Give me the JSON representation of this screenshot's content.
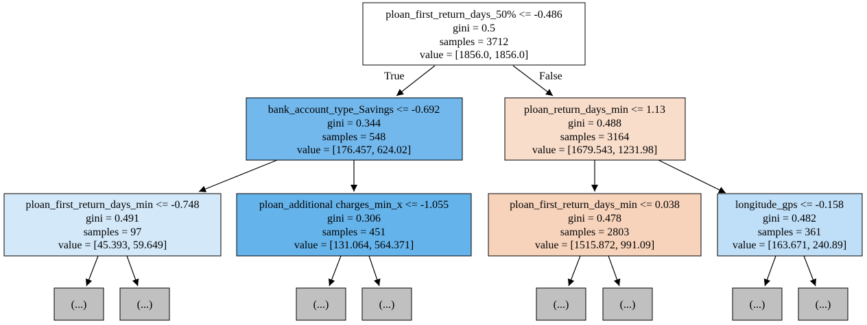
{
  "colors": {
    "root": "#ffffff",
    "true_node": "#72b8ed",
    "false_node": "#f8ddcb",
    "l1": "#d3e8f9",
    "l2": "#65b3eb",
    "l3": "#f7d3bb",
    "l4": "#bfdef7",
    "ellipsis": "#c0c0c0",
    "stroke": "#000000"
  },
  "edge_labels": {
    "true": "True",
    "false": "False"
  },
  "ellipsis_label": "(...)",
  "nodes": {
    "root": [
      "ploan_first_return_days_50% <= -0.486",
      "gini = 0.5",
      "samples = 3712",
      "value = [1856.0, 1856.0]"
    ],
    "true_node": [
      "bank_account_type_Savings <= -0.692",
      "gini = 0.344",
      "samples = 548",
      "value = [176.457, 624.02]"
    ],
    "false_node": [
      "ploan_return_days_min <= 1.13",
      "gini = 0.488",
      "samples = 3164",
      "value = [1679.543, 1231.98]"
    ],
    "l1": [
      "ploan_first_return_days_min <= -0.748",
      "gini = 0.491",
      "samples = 97",
      "value = [45.393, 59.649]"
    ],
    "l2": [
      "ploan_additional charges_min_x <= -1.055",
      "gini = 0.306",
      "samples = 451",
      "value = [131.064, 564.371]"
    ],
    "l3": [
      "ploan_first_return_days_min <= 0.038",
      "gini = 0.478",
      "samples = 2803",
      "value = [1515.872, 991.09]"
    ],
    "l4": [
      "longitude_gps <= -0.158",
      "gini = 0.482",
      "samples = 361",
      "value = [163.671, 240.89]"
    ]
  }
}
